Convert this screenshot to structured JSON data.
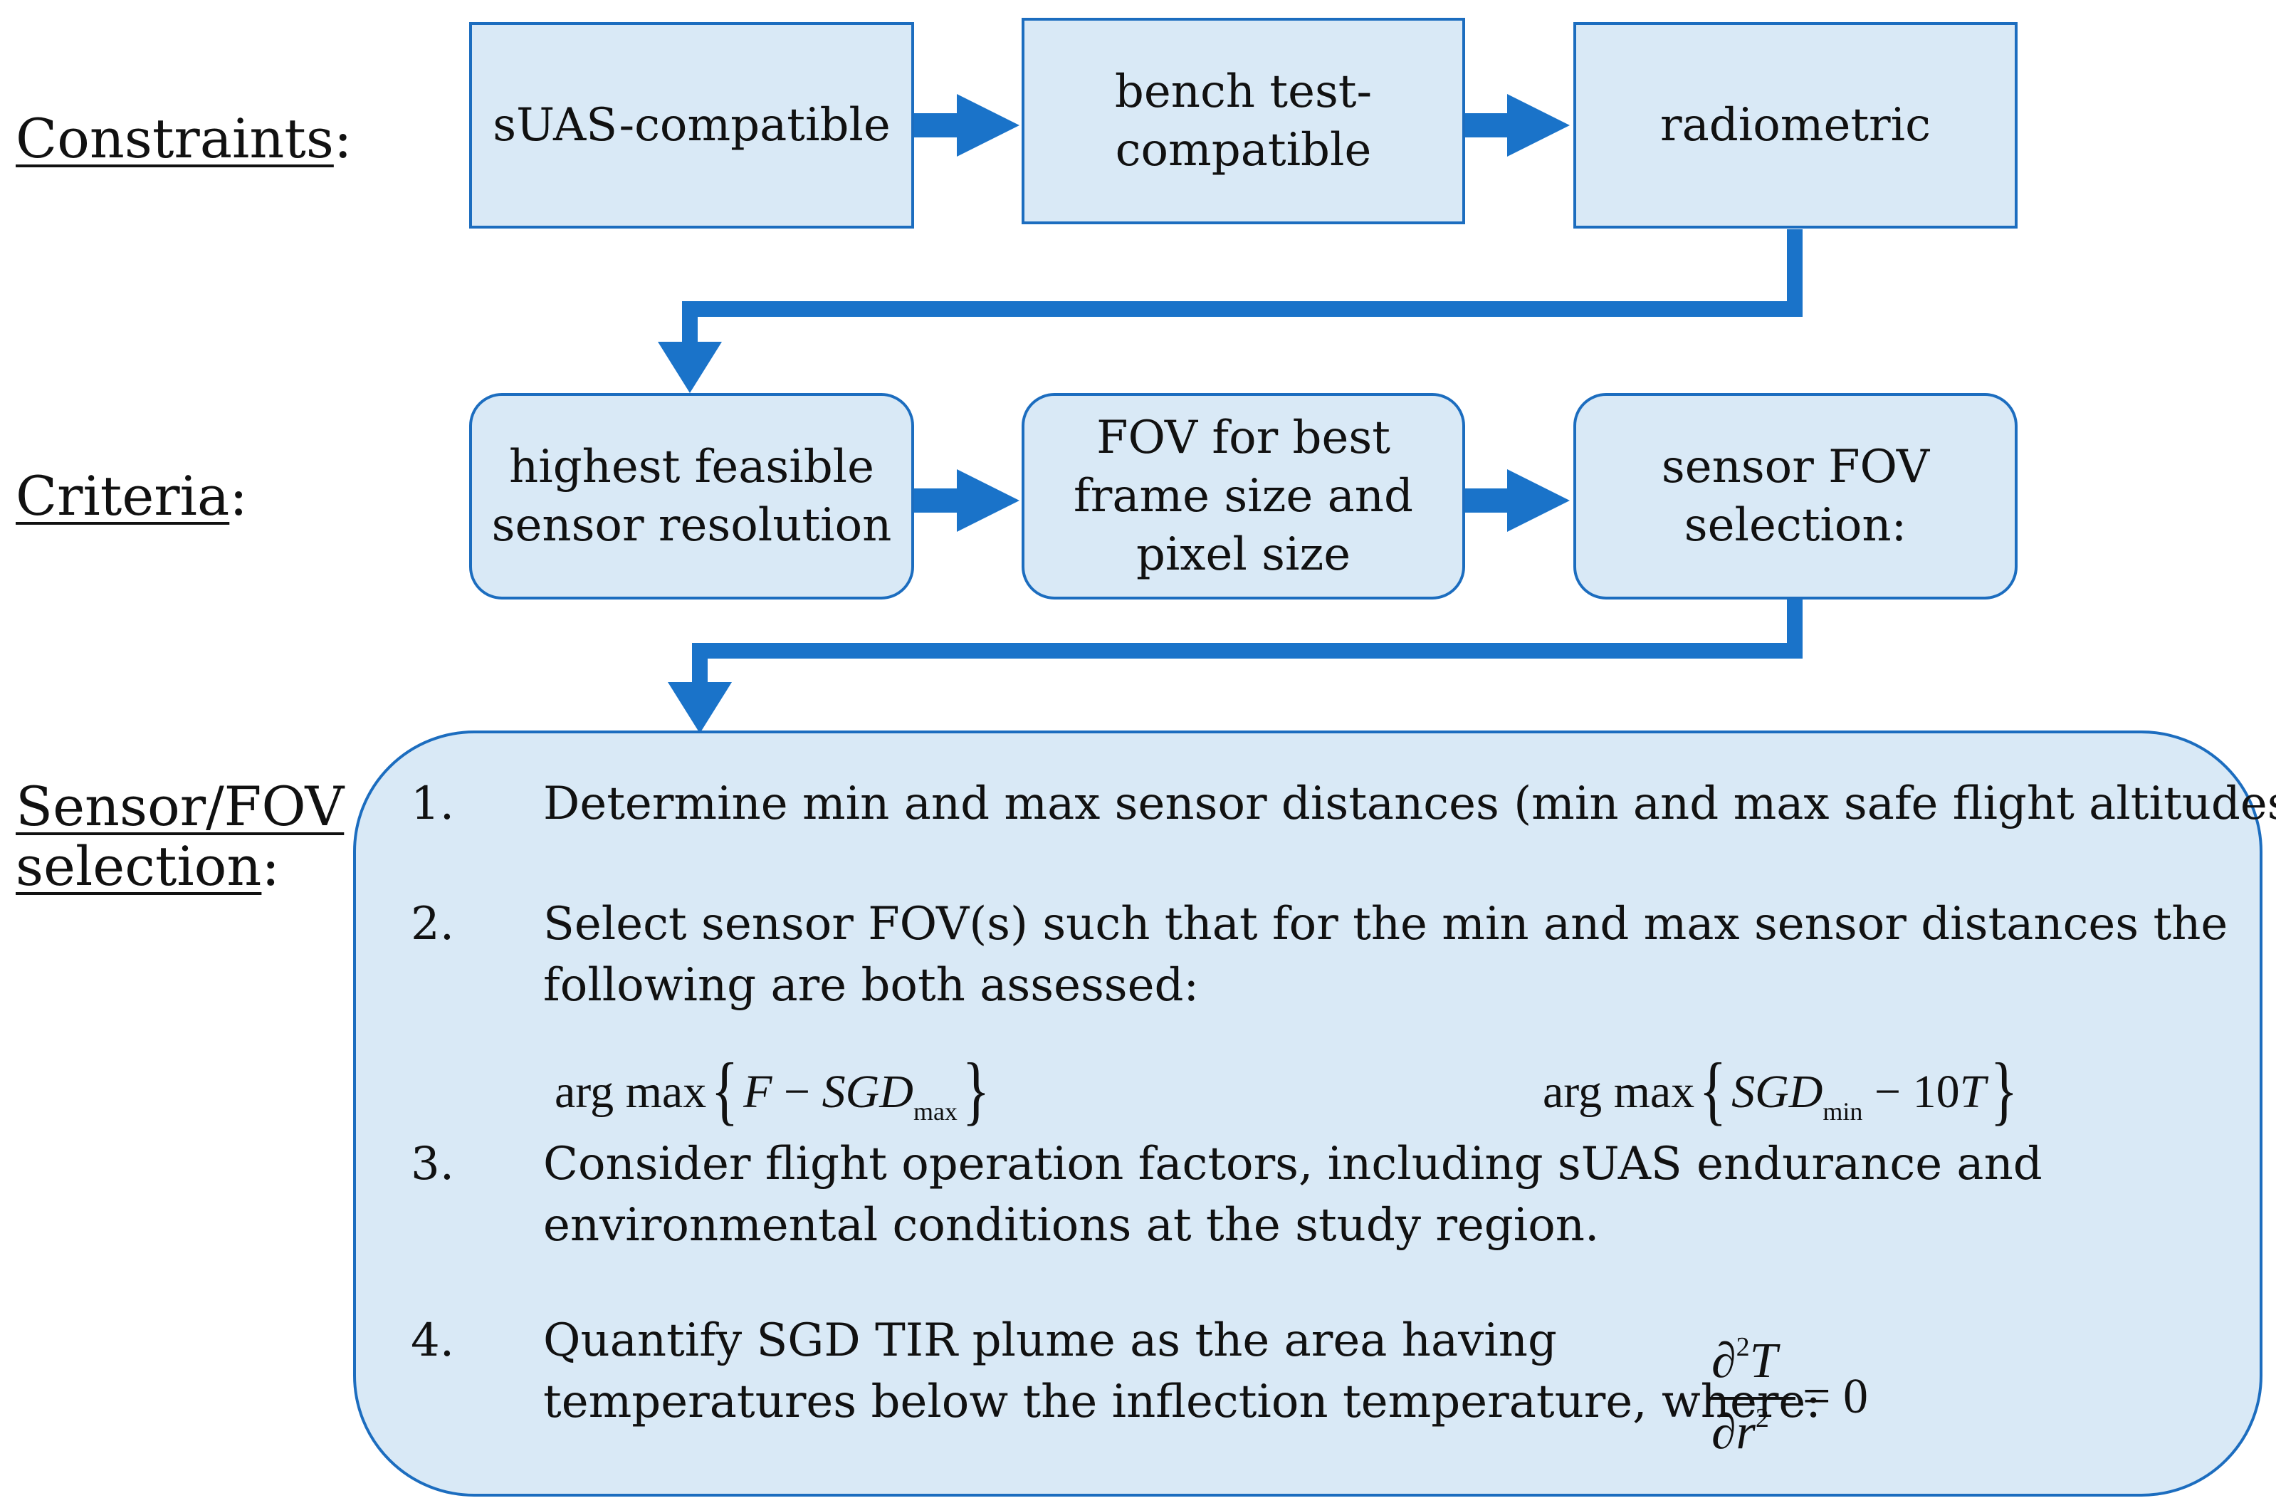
{
  "labels": {
    "constraints": {
      "text": "Constraints",
      "suffix": ":"
    },
    "criteria": {
      "text": "Criteria",
      "suffix": ":"
    },
    "selection": {
      "line1": "Sensor/FOV",
      "line2": "selection",
      "suffix": ":"
    }
  },
  "constraint_boxes": [
    {
      "text": "sUAS-compatible"
    },
    {
      "text": "bench test-\ncompatible"
    },
    {
      "text": "radiometric"
    }
  ],
  "criteria_boxes": [
    {
      "text": "highest feasible\nsensor resolution"
    },
    {
      "text": "FOV for best\nframe size and\npixel size"
    },
    {
      "text": "sensor FOV\nselection:"
    }
  ],
  "steps": [
    {
      "num": "1.",
      "lines": [
        "Determine min and max sensor distances (min and max safe flight altitudes)."
      ]
    },
    {
      "num": "2.",
      "lines": [
        "Select sensor FOV(s) such that for the min and max sensor distances the",
        "following are both assessed:"
      ]
    },
    {
      "num": "3.",
      "lines": [
        "Consider flight operation factors, including sUAS endurance and",
        "environmental conditions at the study region."
      ]
    },
    {
      "num": "4.",
      "lines": [
        "Quantify SGD TIR plume as the area having",
        "temperatures below the inflection temperature, where:"
      ]
    }
  ],
  "formulas": {
    "left": {
      "op": "arg max",
      "F": "F",
      "minus": "−",
      "SGD": "SGD",
      "sub": "max"
    },
    "right": {
      "op": "arg max",
      "SGD": "SGD",
      "sub": "min",
      "minus": "−",
      "coef": "10",
      "T": "T"
    },
    "inflection": {
      "num_partial": "∂",
      "num_exp": "2",
      "num_var": "T",
      "den_partial": "∂",
      "den_var": "r",
      "den_exp": "2",
      "equals": "= 0"
    }
  },
  "colors": {
    "arrow": "#1a73c9",
    "box_fill": "#d9e9f6",
    "box_border": "#1c6dbf"
  }
}
